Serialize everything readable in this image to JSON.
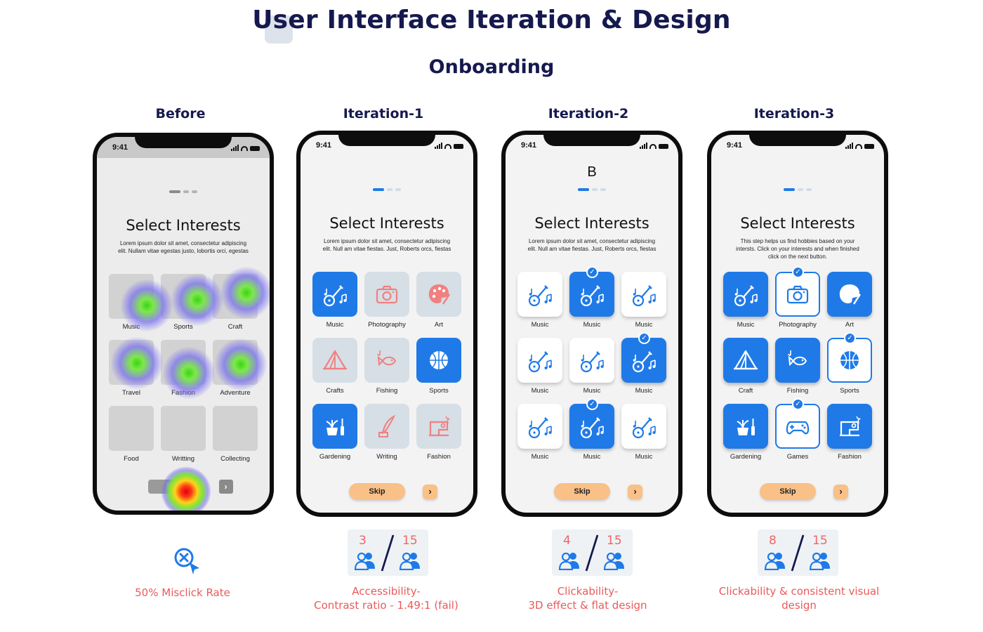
{
  "header": {
    "title": "User Interface Iteration & Design",
    "subtitle": "Onboarding"
  },
  "colors": {
    "navy": "#15194e",
    "accent_blue": "#1f7ae8",
    "pale_tile": "#d6dee6",
    "skip_orange": "#f9c087",
    "caption_red": "#ea5a5a"
  },
  "columns": [
    {
      "heading": "Before",
      "time": "9:41",
      "screen_title": "Select Interests",
      "description": "Lorem ipsum dolor sit amet, consectetur adipiscing elit. Nullam vitae egestas justo, lobortis orci, egestas",
      "tiles": [
        {
          "label": "Music",
          "style": "gray"
        },
        {
          "label": "Sports",
          "style": "gray"
        },
        {
          "label": "Craft",
          "style": "gray"
        },
        {
          "label": "Travel",
          "style": "gray"
        },
        {
          "label": "Fashion",
          "style": "gray"
        },
        {
          "label": "Adventure",
          "style": "gray"
        },
        {
          "label": "Food",
          "style": "gray"
        },
        {
          "label": "Writting",
          "style": "gray"
        },
        {
          "label": "Collecting",
          "style": "gray"
        }
      ],
      "skip_label": "Skip",
      "next_symbol": "›",
      "caption": "50% Misclick Rate",
      "icon": "target-cursor-icon"
    },
    {
      "heading": "Iteration-1",
      "time": "9:41",
      "screen_title": "Select Interests",
      "description": "Lorem ipsum dolor sit amet, consectetur adipiscing elit. Null am vitae fiestas. Just, Roberts orcs, fiestas",
      "tiles": [
        {
          "label": "Music",
          "style": "blue",
          "icon": "guitar-icon"
        },
        {
          "label": "Photography",
          "style": "pale",
          "icon": "camera-icon"
        },
        {
          "label": "Art",
          "style": "pale",
          "icon": "palette-icon"
        },
        {
          "label": "Crafts",
          "style": "pale",
          "icon": "tent-icon"
        },
        {
          "label": "Fishing",
          "style": "pale",
          "icon": "fish-icon"
        },
        {
          "label": "Sports",
          "style": "blue",
          "icon": "ball-icon"
        },
        {
          "label": "Gardening",
          "style": "blue",
          "icon": "plant-icon"
        },
        {
          "label": "Writing",
          "style": "pale",
          "icon": "quill-icon"
        },
        {
          "label": "Fashion",
          "style": "pale",
          "icon": "sewing-machine-icon"
        }
      ],
      "skip_label": "Skip",
      "next_symbol": "›",
      "ratio_selected": "3",
      "ratio_total": "15",
      "caption_line1": "Accessibility-",
      "caption_line2": "Contrast ratio - 1.49:1 (fail)"
    },
    {
      "heading": "Iteration-2",
      "logo": "B",
      "time": "9:41",
      "screen_title": "Select Interests",
      "description": "Lorem ipsum dolor sit amet, consectetur adipiscing elit. Null am vitae fiestas. Just, Roberts orcs, fiestas",
      "tiles": [
        {
          "label": "Music",
          "style": "white",
          "icon": "guitar-icon"
        },
        {
          "label": "Music",
          "style": "blue3d",
          "icon": "guitar-icon",
          "checked": true
        },
        {
          "label": "Music",
          "style": "white",
          "icon": "guitar-icon"
        },
        {
          "label": "Music",
          "style": "white",
          "icon": "guitar-icon"
        },
        {
          "label": "Music",
          "style": "white",
          "icon": "guitar-icon"
        },
        {
          "label": "Music",
          "style": "blue3d",
          "icon": "guitar-icon",
          "checked": true
        },
        {
          "label": "Music",
          "style": "white",
          "icon": "guitar-icon"
        },
        {
          "label": "Music",
          "style": "blue3d",
          "icon": "guitar-icon",
          "checked": true
        },
        {
          "label": "Music",
          "style": "white",
          "icon": "guitar-icon"
        }
      ],
      "skip_label": "Skip",
      "next_symbol": "›",
      "ratio_selected": "4",
      "ratio_total": "15",
      "caption_line1": "Clickability-",
      "caption_line2": "3D effect & flat design"
    },
    {
      "heading": "Iteration-3",
      "time": "9:41",
      "screen_title": "Select Interests",
      "description": "This step helps us find hobbies based on your intersts. Click on your interests and when finished click on the next button.",
      "tiles": [
        {
          "label": "Music",
          "style": "blue3d",
          "icon": "guitar-icon"
        },
        {
          "label": "Photography",
          "style": "outlined",
          "icon": "camera-icon",
          "checked": true
        },
        {
          "label": "Art",
          "style": "blue3d",
          "icon": "palette-icon"
        },
        {
          "label": "Craft",
          "style": "blue3d",
          "icon": "tent-icon"
        },
        {
          "label": "Fishing",
          "style": "blue3d",
          "icon": "fish-icon"
        },
        {
          "label": "Sports",
          "style": "outlined",
          "icon": "ball-icon",
          "checked": true
        },
        {
          "label": "Gardening",
          "style": "blue3d",
          "icon": "plant-icon"
        },
        {
          "label": "Games",
          "style": "outlined",
          "icon": "gamepad-icon",
          "checked": true
        },
        {
          "label": "Fashion",
          "style": "blue3d",
          "icon": "sewing-machine-icon"
        }
      ],
      "skip_label": "Skip",
      "next_symbol": "›",
      "ratio_selected": "8",
      "ratio_total": "15",
      "caption_line1": "Clickability & consistent visual",
      "caption_line2": "design"
    }
  ]
}
